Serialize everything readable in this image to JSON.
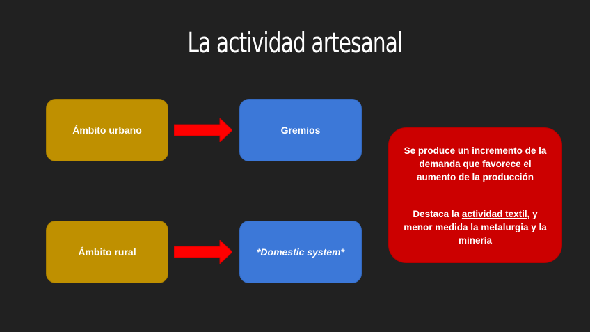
{
  "slide": {
    "title": "La actividad artesanal",
    "background_color": "#212121"
  },
  "rows": [
    {
      "source": {
        "label": "Ámbito urbano",
        "color": "#bf9000"
      },
      "arrow": {
        "icon": "right-arrow-icon",
        "color": "#ff0000"
      },
      "target": {
        "label": "Gremios",
        "color": "#3c78d8",
        "italic": false
      }
    },
    {
      "source": {
        "label": "Ámbito rural",
        "color": "#bf9000"
      },
      "arrow": {
        "icon": "right-arrow-icon",
        "color": "#ff0000"
      },
      "target": {
        "label": "*Domestic system*",
        "color": "#3c78d8",
        "italic": true
      }
    }
  ],
  "note": {
    "color": "#cc0000",
    "paragraph1": "Se produce un incremento de la demanda que favorece el aumento de la producción",
    "paragraph2_prefix": "Destaca la ",
    "paragraph2_underlined": "actividad textil,",
    "paragraph2_suffix": " y menor medida la metalurgia y la minería"
  }
}
